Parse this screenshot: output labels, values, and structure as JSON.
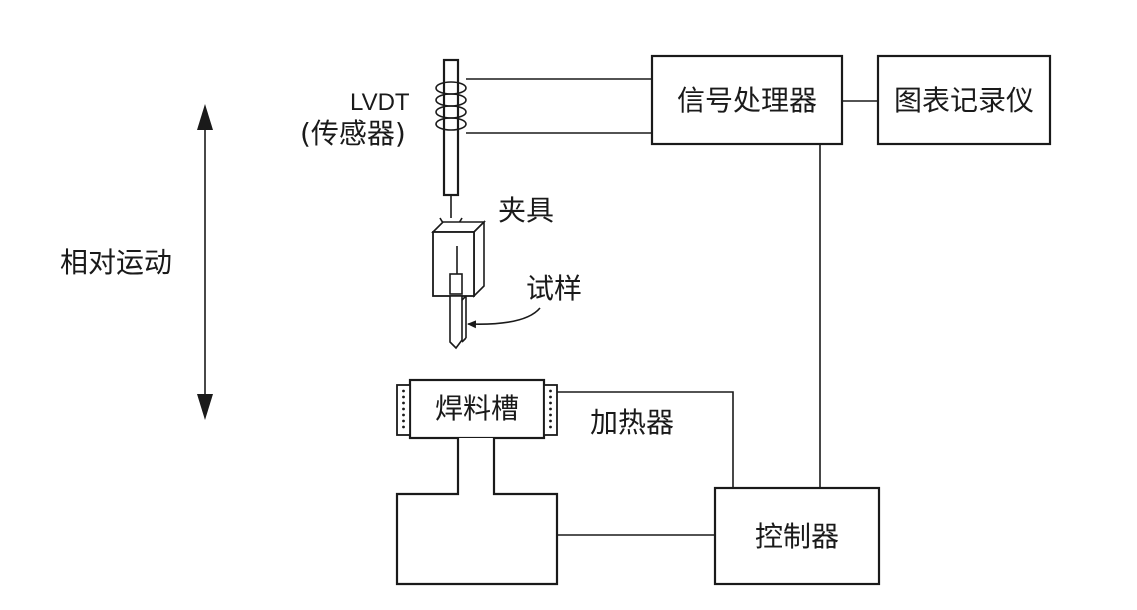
{
  "labels": {
    "lvdt": "LVDT",
    "sensor": "(传感器)",
    "signal_processor": "信号处理器",
    "chart_recorder": "图表记录仪",
    "fixture": "夹具",
    "specimen": "试样",
    "relative_motion": "相对运动",
    "solder_bath": "焊料槽",
    "heater": "加热器",
    "controller": "控制器"
  }
}
